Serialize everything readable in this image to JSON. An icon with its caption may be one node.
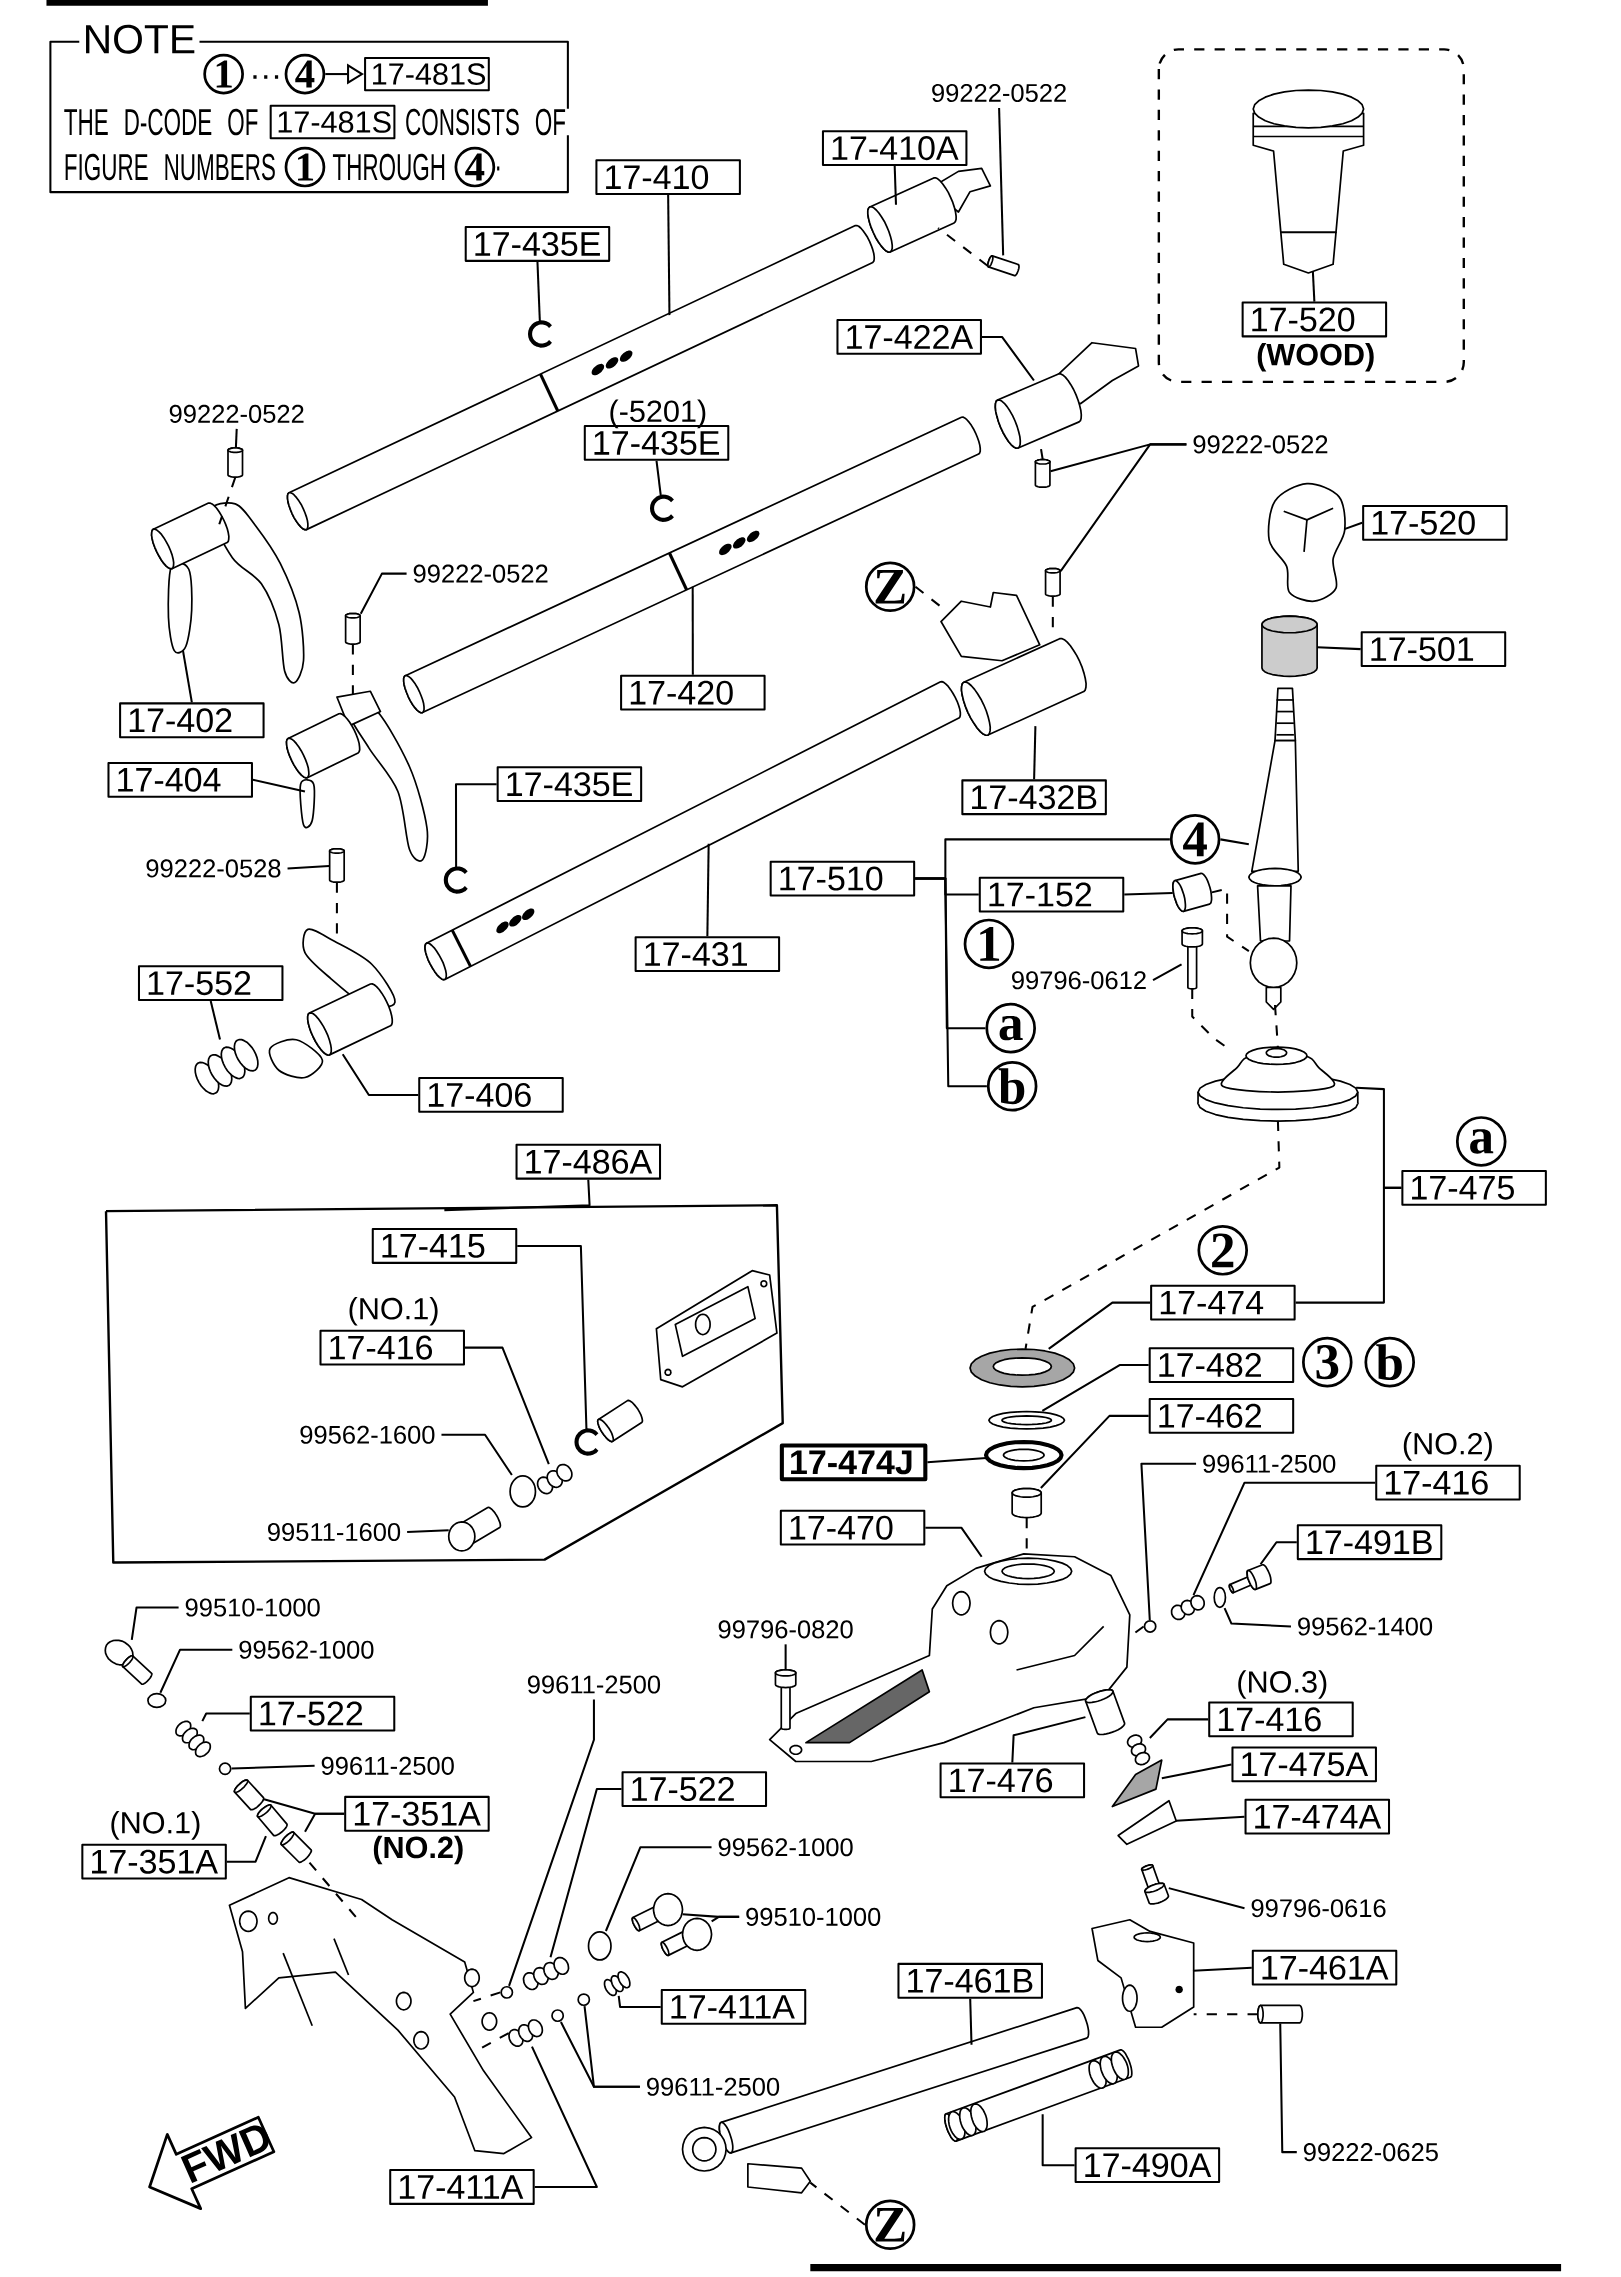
{
  "diagram": {
    "nodes": [
      {
        "text": [
          "NOTE",
          "…",
          "THE D-CODE OF",
          "CONSISTS OF",
          "FIGURE NUMBERS",
          "THROUGH",
          "."
        ]
      },
      {
        "text": [
          "1"
        ],
        "in": 0
      },
      {
        "text": [
          "4"
        ],
        "in": 0
      },
      {
        "text": [
          "17-481S"
        ],
        "in": 0
      },
      {
        "text": [
          "17-481S"
        ],
        "in": 0
      },
      {
        "text": [
          "1"
        ],
        "in": 0
      },
      {
        "text": [
          "4"
        ],
        "in": 0
      },
      {
        "text": [
          "99222-0522"
        ]
      },
      {
        "text": [
          "17-410A"
        ]
      },
      {
        "text": [
          "17-410"
        ]
      },
      {
        "text": [
          "17-435E"
        ]
      },
      {
        "text": [
          "17-520"
        ],
        "beside": [
          "(WOOD)"
        ]
      },
      {
        "text": [
          "17-422A"
        ]
      },
      {
        "text": [
          "99222-0522"
        ]
      },
      {
        "text": [
          "17-435E"
        ],
        "beside": [
          "(-5201)"
        ]
      },
      {
        "text": [
          "99222-0522"
        ]
      },
      {
        "text": [
          "17-520"
        ]
      },
      {
        "text": [
          "99222-0522"
        ]
      },
      {
        "text": [
          "Z"
        ]
      },
      {
        "text": [
          "17-501"
        ]
      },
      {
        "text": [
          "17-420"
        ]
      },
      {
        "text": [
          "17-402"
        ]
      },
      {
        "text": [
          "17-404"
        ]
      },
      {
        "text": [
          "17-435E"
        ]
      },
      {
        "text": [
          "17-432B"
        ]
      },
      {
        "text": [
          "4"
        ]
      },
      {
        "text": [
          "99222-0528"
        ]
      },
      {
        "text": [
          "17-510"
        ]
      },
      {
        "text": [
          "17-152"
        ]
      },
      {
        "text": [
          "1"
        ]
      },
      {
        "text": [
          "17-431"
        ]
      },
      {
        "text": [
          "99796-0612"
        ]
      },
      {
        "text": [
          "17-552"
        ]
      },
      {
        "text": [
          "a"
        ]
      },
      {
        "text": [
          "b"
        ]
      },
      {
        "text": [
          "17-406"
        ]
      },
      {
        "text": [
          "a"
        ]
      },
      {
        "text": [
          "17-486A"
        ]
      },
      {
        "text": [],
        "shape": "box"
      },
      {
        "text": [
          "17-415"
        ],
        "in": 38
      },
      {
        "text": [
          "17-416"
        ],
        "beside": [
          "(NO.1)"
        ],
        "in": 38
      },
      {
        "text": [
          "99562-1600"
        ],
        "in": 38
      },
      {
        "text": [
          "99511-1600"
        ],
        "in": 38
      },
      {
        "text": [
          "17-475"
        ]
      },
      {
        "text": [
          "2"
        ]
      },
      {
        "text": [
          "17-474"
        ]
      },
      {
        "text": [
          "17-482"
        ]
      },
      {
        "text": [
          "3"
        ]
      },
      {
        "text": [
          "b"
        ]
      },
      {
        "text": [
          "17-462"
        ]
      },
      {
        "text": [
          "17-474J"
        ]
      },
      {
        "text": [
          "99611-2500"
        ]
      },
      {
        "text": [
          "17-416"
        ],
        "beside": [
          "(NO.2)"
        ]
      },
      {
        "text": [
          "17-470"
        ]
      },
      {
        "text": [
          "17-491B"
        ]
      },
      {
        "text": [
          "99510-1000"
        ]
      },
      {
        "text": [
          "99562-1400"
        ]
      },
      {
        "text": [
          "99796-0820"
        ]
      },
      {
        "text": [
          "99562-1000"
        ]
      },
      {
        "text": [
          "99611-2500"
        ]
      },
      {
        "text": [
          "17-416"
        ],
        "beside": [
          "(NO.3)"
        ]
      },
      {
        "text": [
          "17-522"
        ]
      },
      {
        "text": [
          "99611-2500"
        ]
      },
      {
        "text": [
          "17-475A"
        ]
      },
      {
        "text": [
          "17-476"
        ]
      },
      {
        "text": [
          "17-522"
        ]
      },
      {
        "text": [
          "17-351A"
        ],
        "beside": [
          "(NO.2)"
        ]
      },
      {
        "text": [
          "17-474A"
        ]
      },
      {
        "text": [
          "17-351A"
        ],
        "beside": [
          "(NO.1)"
        ]
      },
      {
        "text": [
          "99562-1000"
        ]
      },
      {
        "text": [
          "99796-0616"
        ]
      },
      {
        "text": [
          "99510-1000"
        ]
      },
      {
        "text": [
          "17-461A"
        ]
      },
      {
        "text": [
          "17-461B"
        ]
      },
      {
        "text": [
          "17-411A"
        ]
      },
      {
        "text": [
          "99611-2500"
        ]
      },
      {
        "text": [
          "99222-0625"
        ]
      },
      {
        "text": [
          "17-490A"
        ]
      },
      {
        "text": [
          "17-411A"
        ]
      },
      {
        "text": [
          "Z"
        ]
      },
      {
        "text": [],
        "shape": "picture"
      },
      {
        "text": [],
        "shape": "picture"
      },
      {
        "text": [],
        "shape": "picture"
      },
      {
        "text": [],
        "shape": "picture"
      },
      {
        "text": [],
        "shape": "picture"
      },
      {
        "text": [],
        "shape": "picture"
      },
      {
        "text": [],
        "shape": "picture"
      },
      {
        "text": [],
        "shape": "picture"
      },
      {
        "text": [],
        "shape": "picture"
      },
      {
        "text": [],
        "shape": "picture"
      },
      {
        "text": [],
        "shape": "picture"
      },
      {
        "text": [],
        "shape": "picture"
      },
      {
        "text": [],
        "shape": "picture"
      },
      {
        "text": [],
        "shape": "picture"
      },
      {
        "text": [],
        "shape": "picture"
      },
      {
        "text": [],
        "shape": "picture"
      },
      {
        "text": [],
        "shape": "picture"
      },
      {
        "text": [],
        "shape": "picture"
      },
      {
        "text": [],
        "shape": "picture"
      },
      {
        "text": [],
        "shape": "picture"
      },
      {
        "text": [],
        "shape": "picture"
      },
      {
        "text": [],
        "shape": "picture"
      },
      {
        "text": [],
        "shape": "picture"
      },
      {
        "text": [],
        "shape": "picture"
      },
      {
        "text": [],
        "shape": "picture"
      },
      {
        "text": [],
        "shape": "picture"
      },
      {
        "text": [],
        "shape": "picture",
        "in": 38
      },
      {
        "text": [],
        "shape": "picture"
      },
      {
        "text": [],
        "shape": "picture",
        "in": 38
      },
      {
        "text": [],
        "shape": "picture",
        "in": 38
      },
      {
        "text": [],
        "shape": "picture"
      },
      {
        "text": [],
        "shape": "picture",
        "in": 38
      },
      {
        "text": [],
        "shape": "circle",
        "in": 38
      },
      {
        "text": [],
        "shape": "picture"
      },
      {
        "text": [],
        "shape": "picture"
      },
      {
        "text": [],
        "shape": "picture",
        "in": 38
      },
      {
        "text": [],
        "shape": "picture"
      },
      {
        "text": [],
        "shape": "circle"
      },
      {
        "text": [],
        "shape": "picture"
      },
      {
        "text": [],
        "shape": "picture"
      },
      {
        "text": [],
        "shape": "circle"
      },
      {
        "text": [],
        "shape": "picture"
      },
      {
        "text": [],
        "shape": "picture"
      },
      {
        "text": [],
        "shape": "circle"
      },
      {
        "text": [],
        "shape": "picture"
      },
      {
        "text": [],
        "shape": "picture"
      },
      {
        "text": [],
        "shape": "picture"
      },
      {
        "text": [],
        "shape": "circle"
      },
      {
        "text": [],
        "shape": "picture"
      },
      {
        "text": [],
        "shape": "picture"
      },
      {
        "text": [],
        "shape": "picture"
      },
      {
        "text": [],
        "shape": "picture"
      },
      {
        "text": [],
        "shape": "picture"
      },
      {
        "text": [],
        "shape": "picture"
      },
      {
        "text": [],
        "shape": "picture"
      },
      {
        "text": [],
        "shape": "picture"
      },
      {
        "text": [],
        "shape": "picture"
      },
      {
        "text": [],
        "shape": "picture"
      },
      {
        "text": [],
        "shape": "circle"
      },
      {
        "text": [],
        "shape": "picture"
      },
      {
        "text": [],
        "shape": "picture"
      },
      {
        "text": [],
        "shape": "circle"
      },
      {
        "text": [],
        "shape": "circle"
      },
      {
        "text": [],
        "shape": "picture"
      },
      {
        "text": [],
        "shape": "circle"
      },
      {
        "text": [],
        "shape": "picture"
      },
      {
        "text": [],
        "shape": "picture"
      },
      {
        "text": [],
        "shape": "picture"
      },
      {
        "text": [
          "FWD"
        ]
      }
    ],
    "edges": [
      {
        "from": 2,
        "to": 3,
        "arrow": "to"
      },
      {
        "from": 7,
        "to": 81,
        "arrow": "none"
      },
      {
        "from": 8,
        "to": 82,
        "arrow": "none"
      },
      {
        "from": 9,
        "to": 84,
        "arrow": "none"
      },
      {
        "from": 10,
        "to": 83,
        "arrow": "none"
      },
      {
        "from": 11,
        "to": 80,
        "arrow": "none"
      },
      {
        "from": 12,
        "to": 85,
        "arrow": "none"
      },
      {
        "from": 13,
        "to": 86,
        "arrow": "none"
      },
      {
        "from": 14,
        "to": 88,
        "arrow": "none"
      },
      {
        "from": 15,
        "to": 87,
        "arrow": "none"
      },
      {
        "from": 15,
        "to": 92,
        "arrow": "none"
      },
      {
        "from": 16,
        "to": 90,
        "arrow": "none"
      },
      {
        "from": 17,
        "to": 93,
        "arrow": "none"
      },
      {
        "from": 18,
        "to": 94,
        "arrow": "none",
        "style": "dashed"
      },
      {
        "from": 19,
        "to": 95,
        "arrow": "none"
      },
      {
        "from": 20,
        "to": 91,
        "arrow": "none"
      },
      {
        "from": 21,
        "to": 89,
        "arrow": "none"
      },
      {
        "from": 22,
        "to": 97,
        "arrow": "none"
      },
      {
        "from": 23,
        "to": 100,
        "arrow": "none"
      },
      {
        "from": 24,
        "to": 94,
        "arrow": "none"
      },
      {
        "from": 25,
        "to": 96,
        "arrow": "none"
      },
      {
        "from": 27,
        "to": 25,
        "arrow": "none"
      },
      {
        "from": 27,
        "to": 28,
        "arrow": "none"
      },
      {
        "from": 27,
        "to": 33,
        "arrow": "none"
      },
      {
        "from": 27,
        "to": 34,
        "arrow": "none"
      },
      {
        "from": 28,
        "to": 101,
        "arrow": "none"
      },
      {
        "from": 31,
        "to": 102,
        "arrow": "none"
      },
      {
        "from": 26,
        "to": 99,
        "arrow": "none"
      },
      {
        "from": 30,
        "to": 98,
        "arrow": "none"
      },
      {
        "from": 32,
        "to": 104,
        "arrow": "none"
      },
      {
        "from": 35,
        "to": 103,
        "arrow": "none"
      },
      {
        "from": 43,
        "to": 105,
        "arrow": "none"
      },
      {
        "from": 43,
        "to": 45,
        "arrow": "none"
      },
      {
        "from": 45,
        "to": 107,
        "arrow": "none"
      },
      {
        "from": 46,
        "to": 110,
        "arrow": "none"
      },
      {
        "from": 49,
        "to": 114,
        "arrow": "none"
      },
      {
        "from": 50,
        "to": 113,
        "arrow": "none"
      },
      {
        "from": 53,
        "to": 116,
        "arrow": "none"
      },
      {
        "from": 51,
        "to": 120,
        "arrow": "none"
      },
      {
        "from": 52,
        "to": 119,
        "arrow": "none"
      },
      {
        "from": 54,
        "to": 118,
        "arrow": "none"
      },
      {
        "from": 55,
        "to": 121,
        "arrow": "none"
      },
      {
        "from": 56,
        "to": 117,
        "arrow": "none"
      },
      {
        "from": 57,
        "to": 122,
        "arrow": "none"
      },
      {
        "from": 58,
        "to": 123,
        "arrow": "none"
      },
      {
        "from": 59,
        "to": 141,
        "arrow": "none"
      },
      {
        "from": 60,
        "to": 126,
        "arrow": "none"
      },
      {
        "from": 61,
        "to": 125,
        "arrow": "none"
      },
      {
        "from": 62,
        "to": 127,
        "arrow": "none"
      },
      {
        "from": 63,
        "to": 128,
        "arrow": "none"
      },
      {
        "from": 64,
        "to": 124,
        "arrow": "none"
      },
      {
        "from": 65,
        "to": 139,
        "arrow": "none"
      },
      {
        "from": 66,
        "to": 129,
        "arrow": "none"
      },
      {
        "from": 66,
        "to": 132,
        "arrow": "none"
      },
      {
        "from": 68,
        "to": 130,
        "arrow": "none"
      },
      {
        "from": 67,
        "to": 131,
        "arrow": "none"
      },
      {
        "from": 69,
        "to": 138,
        "arrow": "none"
      },
      {
        "from": 71,
        "to": 135,
        "arrow": "none"
      },
      {
        "from": 71,
        "to": 137,
        "arrow": "none"
      },
      {
        "from": 70,
        "to": 133,
        "arrow": "none"
      },
      {
        "from": 72,
        "to": 136,
        "arrow": "none"
      },
      {
        "from": 73,
        "to": 145,
        "arrow": "none"
      },
      {
        "from": 74,
        "to": 140,
        "arrow": "none"
      },
      {
        "from": 75,
        "to": 144,
        "arrow": "none"
      },
      {
        "from": 75,
        "to": 142,
        "arrow": "none"
      },
      {
        "from": 76,
        "to": 143,
        "arrow": "none"
      },
      {
        "from": 77,
        "to": 147,
        "arrow": "none"
      },
      {
        "from": 78,
        "to": 146,
        "arrow": "none"
      },
      {
        "from": 79,
        "to": 145,
        "arrow": "none",
        "style": "dashed"
      },
      {
        "from": 37,
        "to": 38,
        "arrow": "none"
      },
      {
        "from": 39,
        "to": 108,
        "arrow": "none"
      },
      {
        "from": 40,
        "to": 111,
        "arrow": "none"
      },
      {
        "from": 41,
        "to": 112,
        "arrow": "none"
      },
      {
        "from": 42,
        "to": 115,
        "arrow": "none"
      },
      {
        "from": 81,
        "to": 82,
        "arrow": "none",
        "style": "dashed"
      },
      {
        "from": 87,
        "to": 85,
        "arrow": "none",
        "style": "dashed"
      },
      {
        "from": 92,
        "to": 94,
        "arrow": "none",
        "style": "dashed"
      },
      {
        "from": 86,
        "to": 89,
        "arrow": "none",
        "style": "dashed"
      },
      {
        "from": 93,
        "to": 97,
        "arrow": "none",
        "style": "dashed"
      },
      {
        "from": 99,
        "to": 103,
        "arrow": "none",
        "style": "dashed"
      },
      {
        "from": 101,
        "to": 96,
        "arrow": "none",
        "style": "dashed"
      },
      {
        "from": 96,
        "to": 105,
        "arrow": "none",
        "style": "dashed"
      },
      {
        "from": 102,
        "to": 105,
        "arrow": "none",
        "style": "dashed"
      },
      {
        "from": 105,
        "to": 107,
        "arrow": "none",
        "style": "dashed"
      },
      {
        "from": 114,
        "to": 116,
        "arrow": "none",
        "style": "dashed"
      },
      {
        "from": 120,
        "to": 116,
        "arrow": "none",
        "style": "dashed"
      },
      {
        "from": 132,
        "to": 134,
        "arrow": "none",
        "style": "dashed"
      },
      {
        "from": 141,
        "to": 134,
        "arrow": "none",
        "style": "dashed"
      },
      {
        "from": 146,
        "to": 134,
        "arrow": "none",
        "style": "dashed"
      },
      {
        "from": 143,
        "to": 136,
        "arrow": "none",
        "style": "dashed"
      }
    ]
  }
}
